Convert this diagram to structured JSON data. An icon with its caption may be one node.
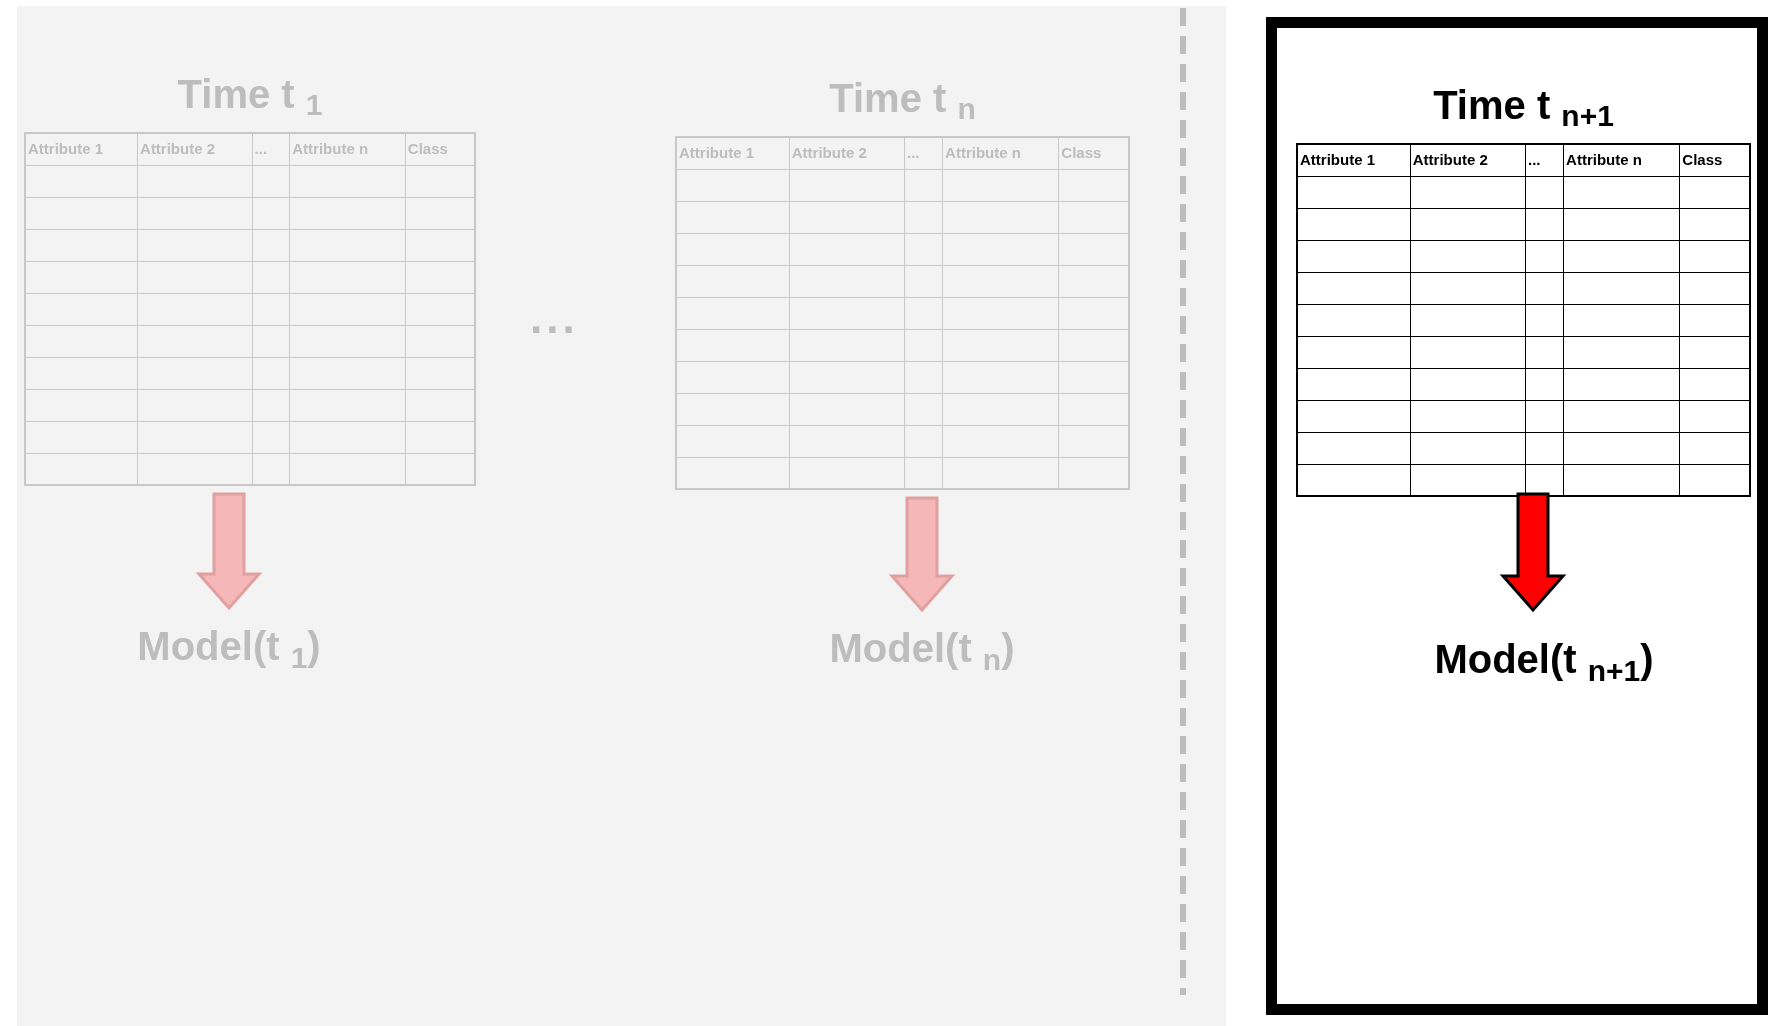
{
  "diagram": {
    "nodes": [
      {
        "text": [],
        "shape": "box"
      },
      {
        "text": [
          "Time t $_{1}$",
          "Attribute 1",
          "Attribute 2",
          "...",
          "Attribute n",
          "Class"
        ],
        "in": 0
      },
      {
        "text": [
          "Model(t $_{1}$)"
        ],
        "in": 0
      },
      {
        "text": [
          "Time t $_{n}$",
          "Attribute 1",
          "Attribute 2",
          "...",
          "Attribute n",
          "Class"
        ],
        "in": 0
      },
      {
        "text": [
          "Model(t $_{n}$)"
        ],
        "in": 0
      },
      {
        "text": [],
        "shape": "box"
      },
      {
        "text": [
          "Time t $_{n+1}$",
          "Attribute 1",
          "Attribute 2",
          "...",
          "Attribute n",
          "Class"
        ],
        "in": 5
      },
      {
        "text": [
          "Model(t $_{n+1}$)"
        ],
        "in": 5
      }
    ],
    "edges": [
      {
        "from": 1,
        "to": 2,
        "arrow": "to"
      },
      {
        "from": 3,
        "to": 4,
        "arrow": "to"
      },
      {
        "from": 6,
        "to": 7,
        "arrow": "to",
        "color": "#ff0000"
      }
    ],
    "labels": [
      "..."
    ]
  }
}
